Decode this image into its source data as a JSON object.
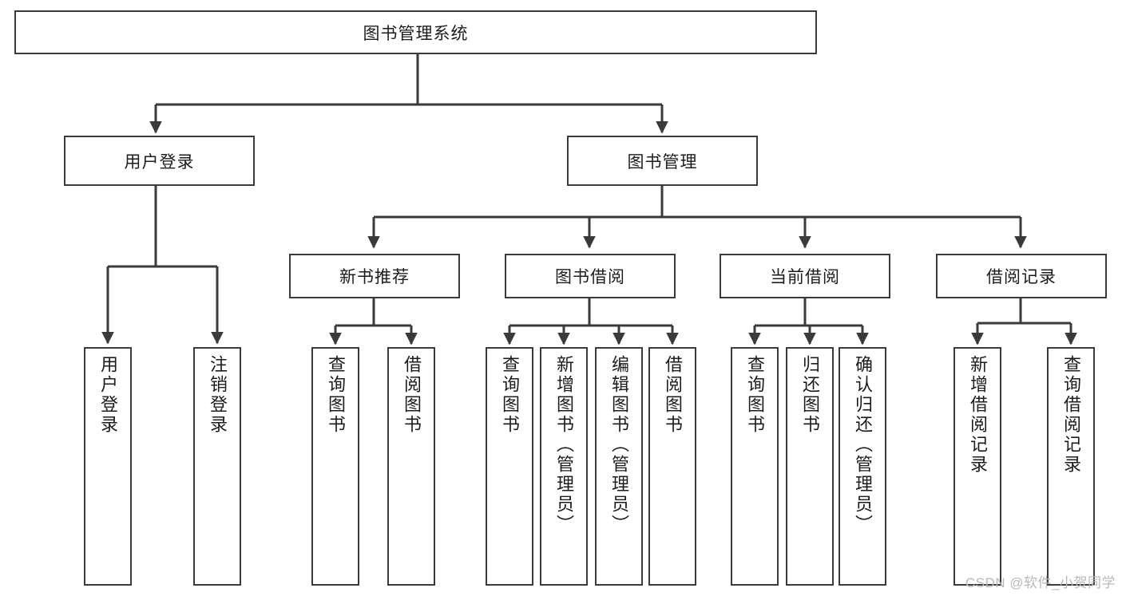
{
  "diagram": {
    "title": "图书管理系统",
    "type": "tree",
    "colors": {
      "stroke": "#3a3a3a",
      "fill": "#ffffff",
      "text": "#1c1c1c",
      "watermark": "#b9b9b9"
    },
    "root": {
      "label": "图书管理系统"
    },
    "level2": [
      {
        "label": "用户登录"
      },
      {
        "label": "图书管理"
      }
    ],
    "level3": [
      {
        "label": "新书推荐"
      },
      {
        "label": "图书借阅"
      },
      {
        "label": "当前借阅"
      },
      {
        "label": "借阅记录"
      }
    ],
    "leaves": {
      "user_login": [
        {
          "label": "用户登录"
        },
        {
          "label": "注销登录"
        }
      ],
      "new_book": [
        {
          "label": "查询图书"
        },
        {
          "label": "借阅图书"
        }
      ],
      "book_borrow": [
        {
          "label": "查询图书"
        },
        {
          "label": "新增图书（管理员）"
        },
        {
          "label": "编辑图书（管理员）"
        },
        {
          "label": "借阅图书"
        }
      ],
      "current_borrow": [
        {
          "label": "查询图书"
        },
        {
          "label": "归还图书"
        },
        {
          "label": "确认归还（管理员）"
        }
      ],
      "borrow_record": [
        {
          "label": "新增借阅记录"
        },
        {
          "label": "查询借阅记录"
        }
      ]
    }
  },
  "watermark": {
    "text": "CSDN @软件_小贺同学"
  }
}
